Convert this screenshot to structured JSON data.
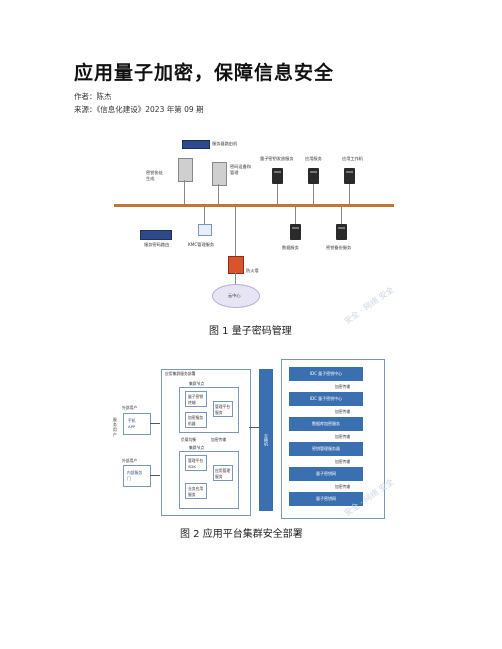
{
  "article": {
    "title": "应用量子加密，保障信息安全",
    "author": "作者：陈杰",
    "source": "来源：《信息化建设》2023 年第 09 期"
  },
  "figure1": {
    "caption": "图 1  量子密码管理",
    "labels": {
      "qkd_router": "服务器路由机",
      "key_gen": "密钥协处\n生成",
      "key_mgmt": "密码设备和\n管理",
      "quantum_dist": "量子密钥发放服务",
      "app_server": "应用服务",
      "app_pc": "应用工作机",
      "router_left": "服务密码路由",
      "kms": "KMC管理服务",
      "cloud_app": "数据服务",
      "key_backup": "密钥备份服务",
      "firewall": "防火墙",
      "cloud": "云中心"
    },
    "watermark": "安全 · 网络 安全"
  },
  "figure2": {
    "caption": "图 2  应用平台集群安全部署",
    "labels": {
      "outer_title": "应用集群服务部署",
      "group_a": "集群节点",
      "node_a1": "量子密钥\n终端",
      "node_a2": "加密服务\n机器",
      "node_a3": "管理平台\n服务",
      "mid": "负载均衡",
      "mid2": "加密传输",
      "group_b": "集群节点",
      "node_b1": "管理平台\nSDK",
      "node_b2": "应用管理\n服务",
      "node_b3": "业务应用\n服务",
      "left_a": "外部用户",
      "left_a_inner": "手机\nAPP",
      "left_b": "外部用户",
      "left_b_inner": "内部服务\n门",
      "side_text": "服务用户",
      "switch": "交换机",
      "right_1": "IDC 量子密钥中心",
      "right_2": "IDC 量子密钥中心",
      "right_3": "数据库加密服务",
      "right_4": "密钥管理服务器",
      "right_5": "量子密钥网",
      "right_6": "量子密钥网",
      "link": "加密传输"
    },
    "watermark": "安全 · 网络 安全"
  },
  "colors": {
    "bus": "#c2762f",
    "panel_blue": "#3a6fb0",
    "border": "#7a98b8"
  }
}
